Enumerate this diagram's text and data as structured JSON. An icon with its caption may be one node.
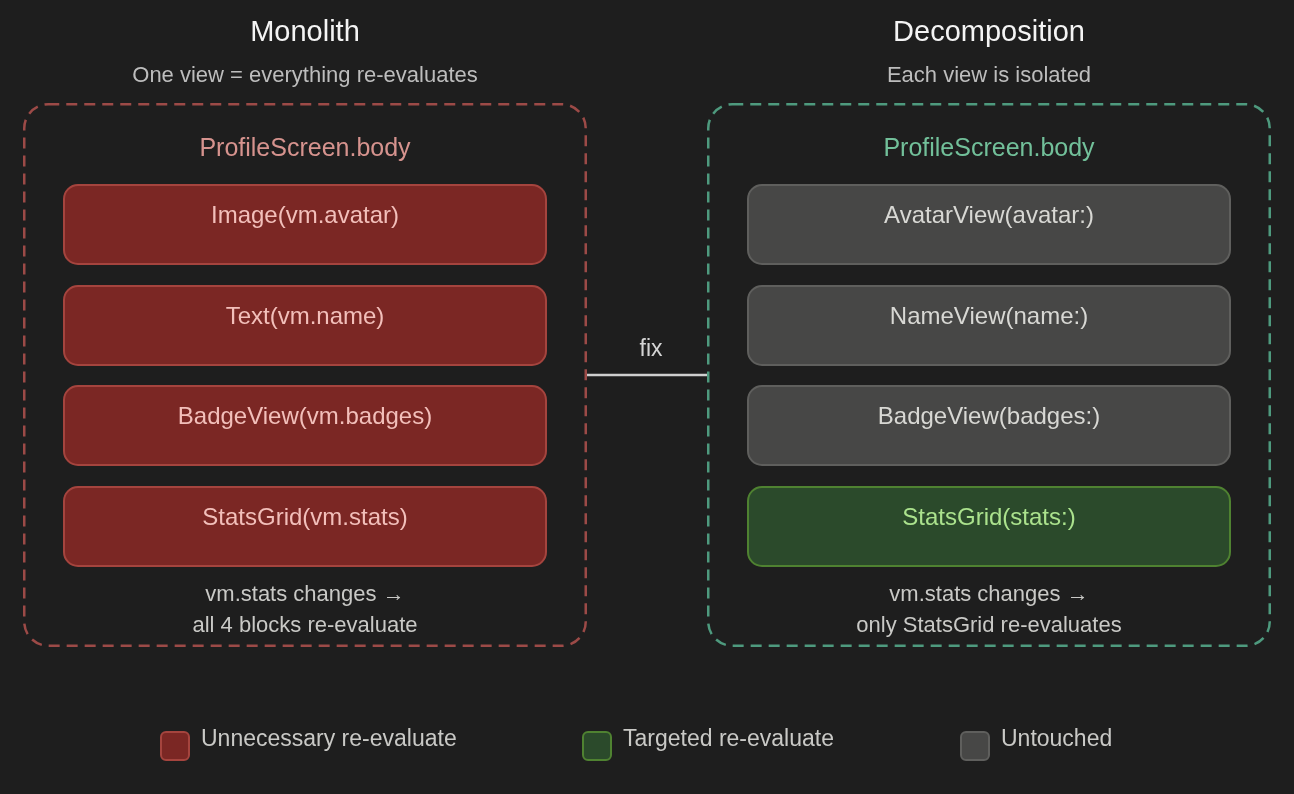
{
  "diagram": {
    "nodes": [
      {
        "text": [
          "ProfileScreen.body",
          "vm.stats changes → all 4 blocks re-evaluate"
        ]
      },
      {
        "text": [
          "Image(vm.avatar)"
        ],
        "in": 0
      },
      {
        "text": [
          "Text(vm.name)"
        ],
        "in": 0
      },
      {
        "text": [
          "BadgeView(vm.badges)"
        ],
        "in": 0
      },
      {
        "text": [
          "StatsGrid(vm.stats)"
        ],
        "in": 0
      },
      {
        "text": [
          "ProfileScreen.body",
          "vm.stats changes → only StatsGrid re-evaluates"
        ]
      },
      {
        "text": [
          "AvatarView(avatar:)"
        ],
        "in": 5
      },
      {
        "text": [
          "NameView(name:)"
        ],
        "in": 5
      },
      {
        "text": [
          "BadgeView(badges:)"
        ],
        "in": 5
      },
      {
        "text": [
          "StatsGrid(stats:)"
        ],
        "in": 5
      }
    ],
    "edges": [
      {
        "from": 0,
        "to": 5,
        "arrow": "none",
        "label": "fix"
      }
    ],
    "labels": [
      "Monolith",
      "One view = everything re-evaluates",
      "Decomposition",
      "Each view is isolated"
    ],
    "legend": [
      {
        "text": "Unnecessary re-evaluate",
        "color": "#7b2724"
      },
      {
        "text": "Targeted re-evaluate",
        "color": "#2b4a2b"
      },
      {
        "text": "Untouched",
        "color": "#474746"
      }
    ]
  }
}
